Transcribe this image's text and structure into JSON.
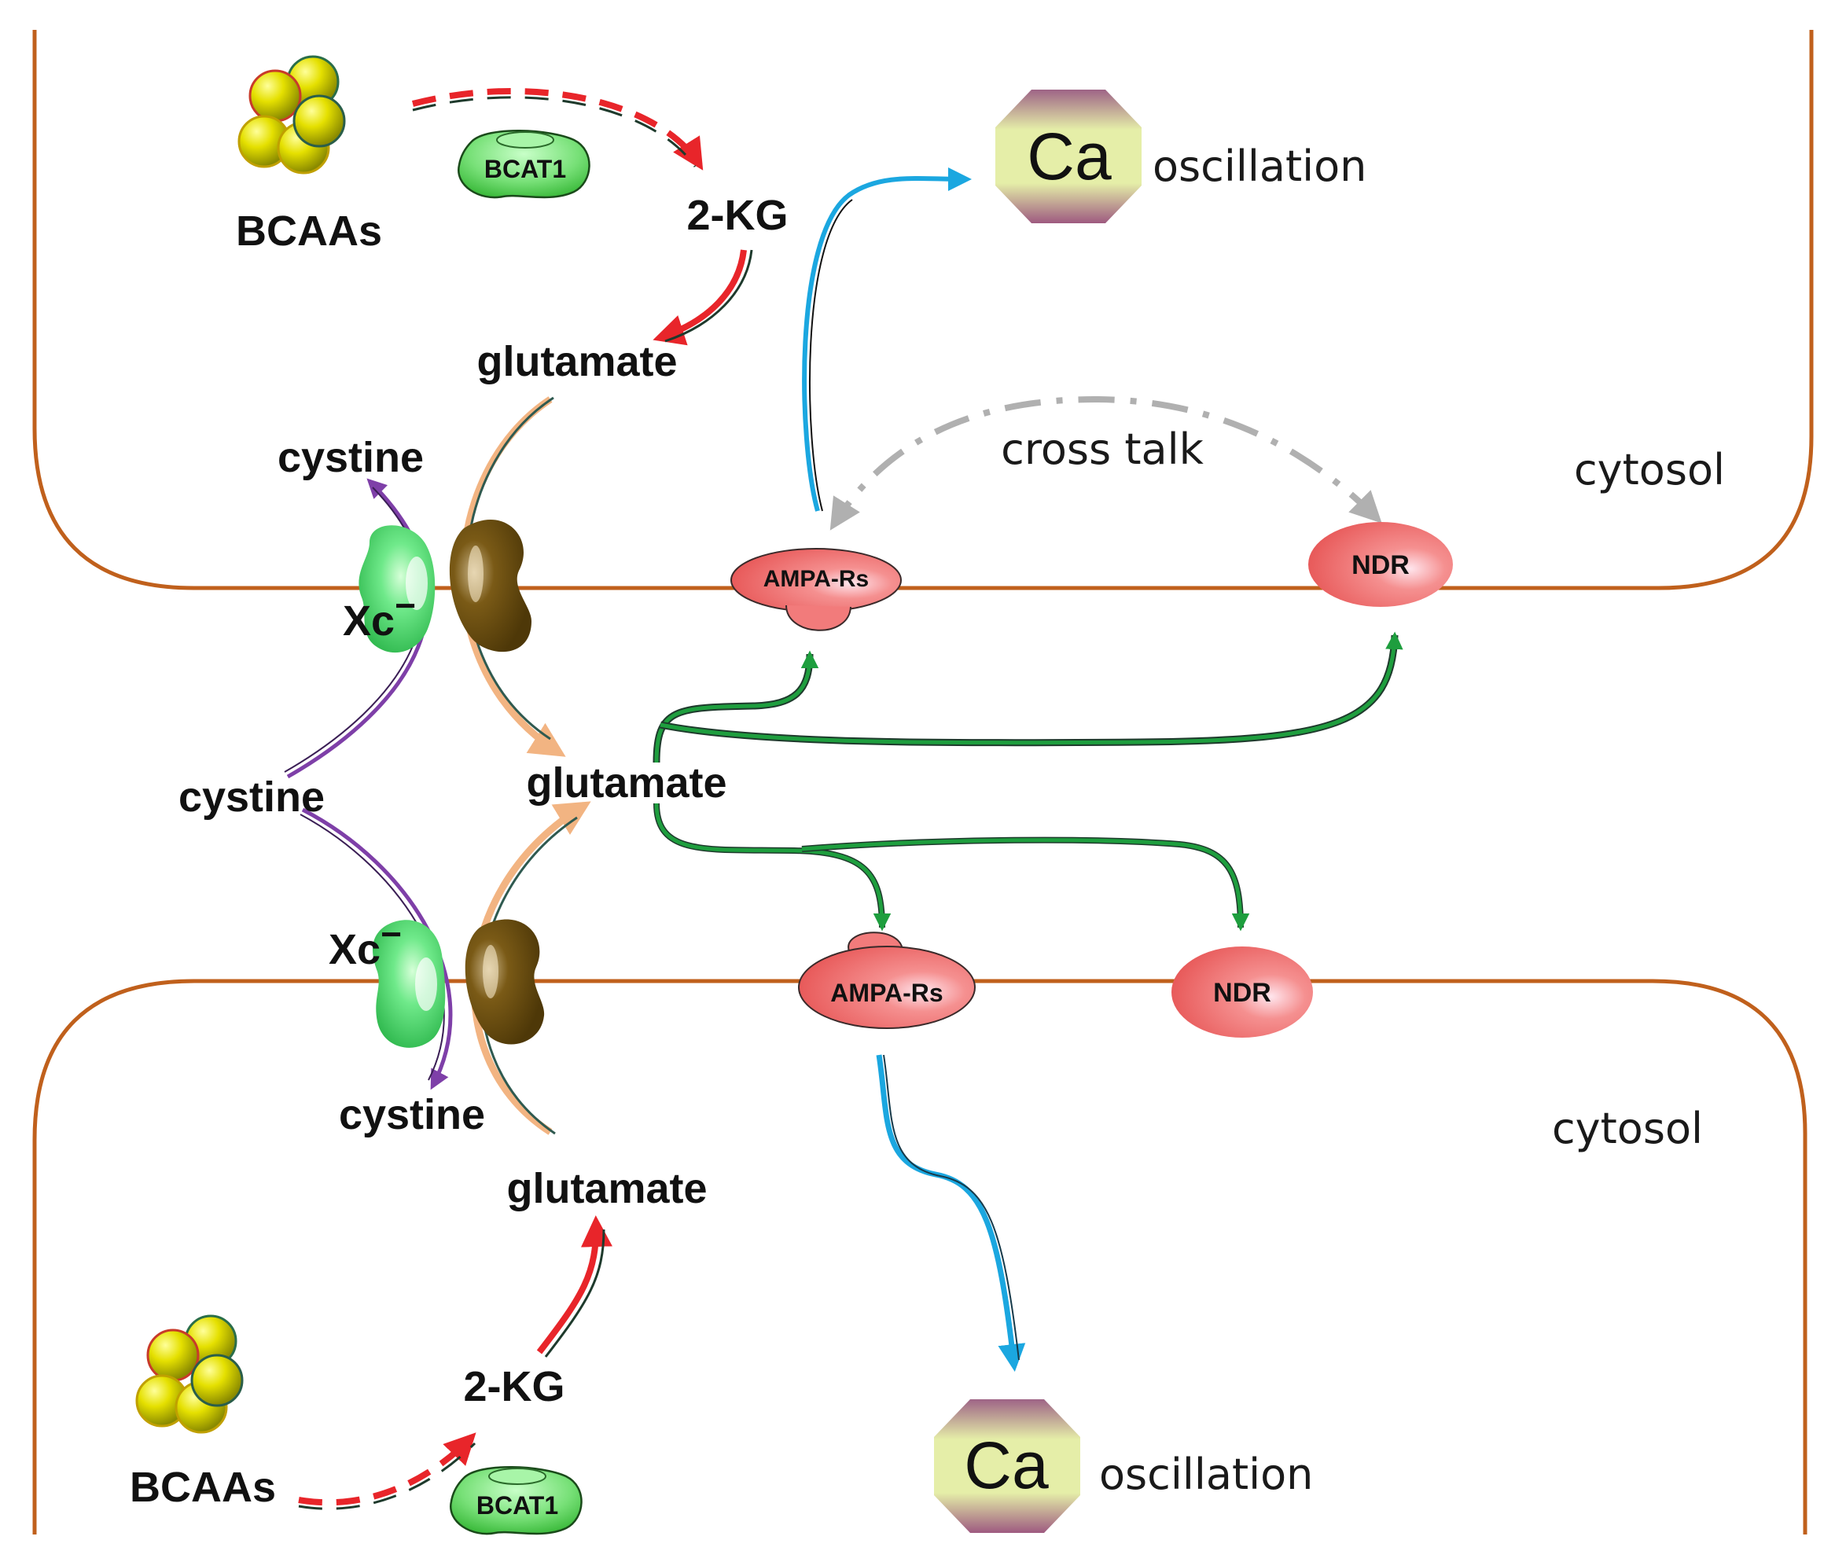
{
  "labels": {
    "bcaas": "BCAAs",
    "bcat1": "BCAT1",
    "two_kg": "2-KG",
    "glutamate": "glutamate",
    "cystine": "cystine",
    "xc": "Xc",
    "xc_sup": "−",
    "ampa": "AMPA-Rs",
    "ndr": "NDR",
    "ca": "Ca",
    "oscillation": "oscillation",
    "cross_talk": "cross talk",
    "cytosol": "cytosol"
  },
  "colors": {
    "membrane": "#C0601C",
    "red_arrow": "#E8252A",
    "green_arrow": "#1E9E3E",
    "blue_arrow": "#1BA7E0",
    "purple_arrow": "#7E3FA8",
    "peach_arrow": "#F2B482",
    "grey_dash": "#B0B0B0",
    "xc_transporter": "#5CE07A",
    "dark_subunit": "#6B4E12",
    "receptor": "#F27B7B",
    "bcat1": "#7EE37E",
    "bcaa_sphere": "#E5E000",
    "ca_octagon_top": "#E7F0A8",
    "ca_octagon_bottom": "#9A5A80"
  },
  "icons": {
    "bcaa_cluster": "yellow-sphere-cluster",
    "xc_transporter": "green-transporter-blob",
    "subunit": "brown-kidney-subunit",
    "receptor": "pink-receptor",
    "calcium": "octagon-ca"
  }
}
